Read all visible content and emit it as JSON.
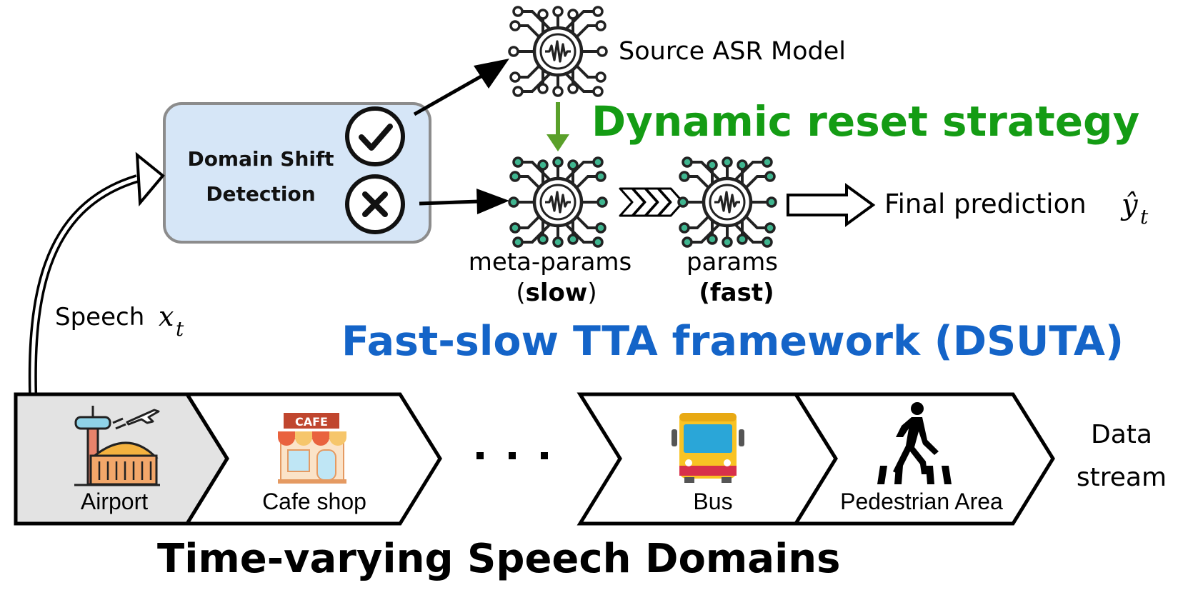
{
  "colors": {
    "green": "#149c14",
    "blue": "#1464c8",
    "detect_box_fill": "#d6e6f7",
    "detect_box_stroke": "#888888",
    "node_teal": "#3fb58f",
    "airport_bg": "#e3e3e3"
  },
  "source_model": {
    "label": "Source ASR Model",
    "icon": "neural-chip-icon"
  },
  "reset_strategy": {
    "label": "Dynamic reset strategy"
  },
  "detection": {
    "line1": "Domain Shift",
    "line2": "Detection",
    "check_icon": "check-circle-icon",
    "cross_icon": "x-circle-icon"
  },
  "meta": {
    "line1": "meta-params",
    "paren_open": "(",
    "bold": "slow",
    "paren_close": ")"
  },
  "fast": {
    "line1": "params",
    "line2": "(fast)"
  },
  "prediction": {
    "label": "Final prediction",
    "symbol": "ŷ",
    "subscript": "t"
  },
  "speech": {
    "label": "Speech",
    "symbol": "x",
    "subscript": "t"
  },
  "framework_title": "Fast-slow TTA framework (DSUTA)",
  "domains": [
    {
      "label": "Airport",
      "icon": "airport-icon"
    },
    {
      "label": "Cafe shop",
      "icon": "cafe-icon",
      "sign": "CAFE"
    },
    {
      "label": "Bus",
      "icon": "bus-icon"
    },
    {
      "label": "Pedestrian Area",
      "icon": "pedestrian-icon"
    }
  ],
  "ellipsis": "· · ·",
  "data_stream": {
    "line1": "Data",
    "line2": "stream"
  },
  "bottom_title": "Time-varying Speech Domains"
}
